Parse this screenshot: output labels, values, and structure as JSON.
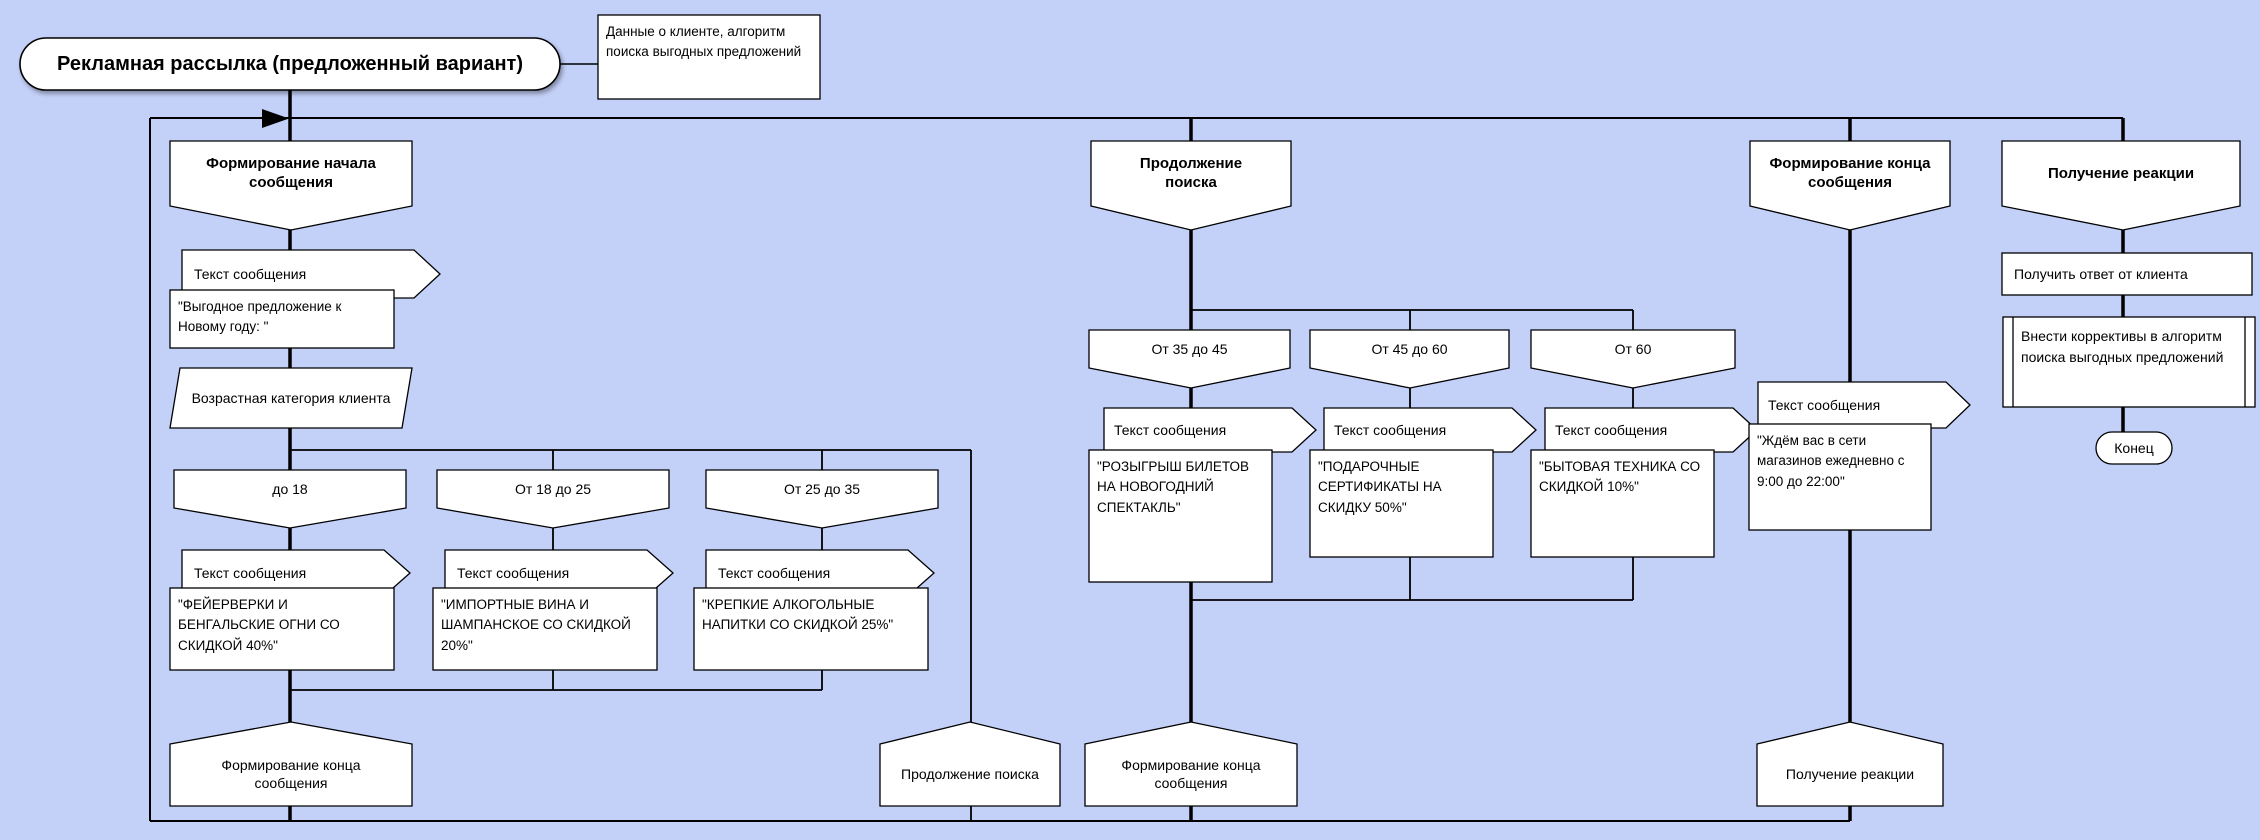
{
  "colors": {
    "background": "#c3d0f8",
    "node_fill": "#ffffff",
    "line": "#000000"
  },
  "title": "Рекламная рассылка (предложенный вариант)",
  "comment": "Данные о клиенте, алгоритм поиска выгодных предложений",
  "message_tag_label": "Текст сообщения",
  "branch1": {
    "header": "Формирование начала сообщения",
    "intro_message": "\"Выгодное предложение к Новому году: \"",
    "selector": "Возрастная категория клиента",
    "cases": [
      {
        "condition": "до 18",
        "message": "\"ФЕЙЕРВЕРКИ И БЕНГАЛЬСКИЕ ОГНИ СО СКИДКОЙ 40%\""
      },
      {
        "condition": "От 18 до 25",
        "message": "\"ИМПОРТНЫЕ ВИНА И ШАМПАНСКОЕ СО СКИДКОЙ 20%\""
      },
      {
        "condition": "От 25 до 35",
        "message": "\"КРЕПКИЕ АЛКОГОЛЬНЫЕ НАПИТКИ СО СКИДКОЙ 25%\""
      }
    ],
    "address": "Формирование конца сообщения",
    "bypass_address": "Продолжение поиска"
  },
  "branch2": {
    "header": "Продолжение поиска",
    "cases": [
      {
        "condition": "От 35 до 45",
        "message": "\"РОЗЫГРЫШ БИЛЕТОВ НА НОВОГОДНИЙ СПЕКТАКЛЬ\""
      },
      {
        "condition": "От 45 до 60",
        "message": "\"ПОДАРОЧНЫЕ СЕРТИФИКАТЫ НА СКИДКУ 50%\""
      },
      {
        "condition": "От 60",
        "message": "\"БЫТОВАЯ ТЕХНИКА СО СКИДКОЙ 10%\""
      }
    ],
    "address": "Формирование конца сообщения"
  },
  "branch3": {
    "header": "Формирование конца сообщения",
    "message": "\"Ждём вас в сети магазинов ежедневно с 9:00 до 22:00\"",
    "address": "Получение реакции"
  },
  "branch4": {
    "header": "Получение реакции",
    "action": "Получить ответ от клиента",
    "subprocess": "Внести коррективы в алгоритм поиска выгодных предложений",
    "end_label": "Конец"
  }
}
